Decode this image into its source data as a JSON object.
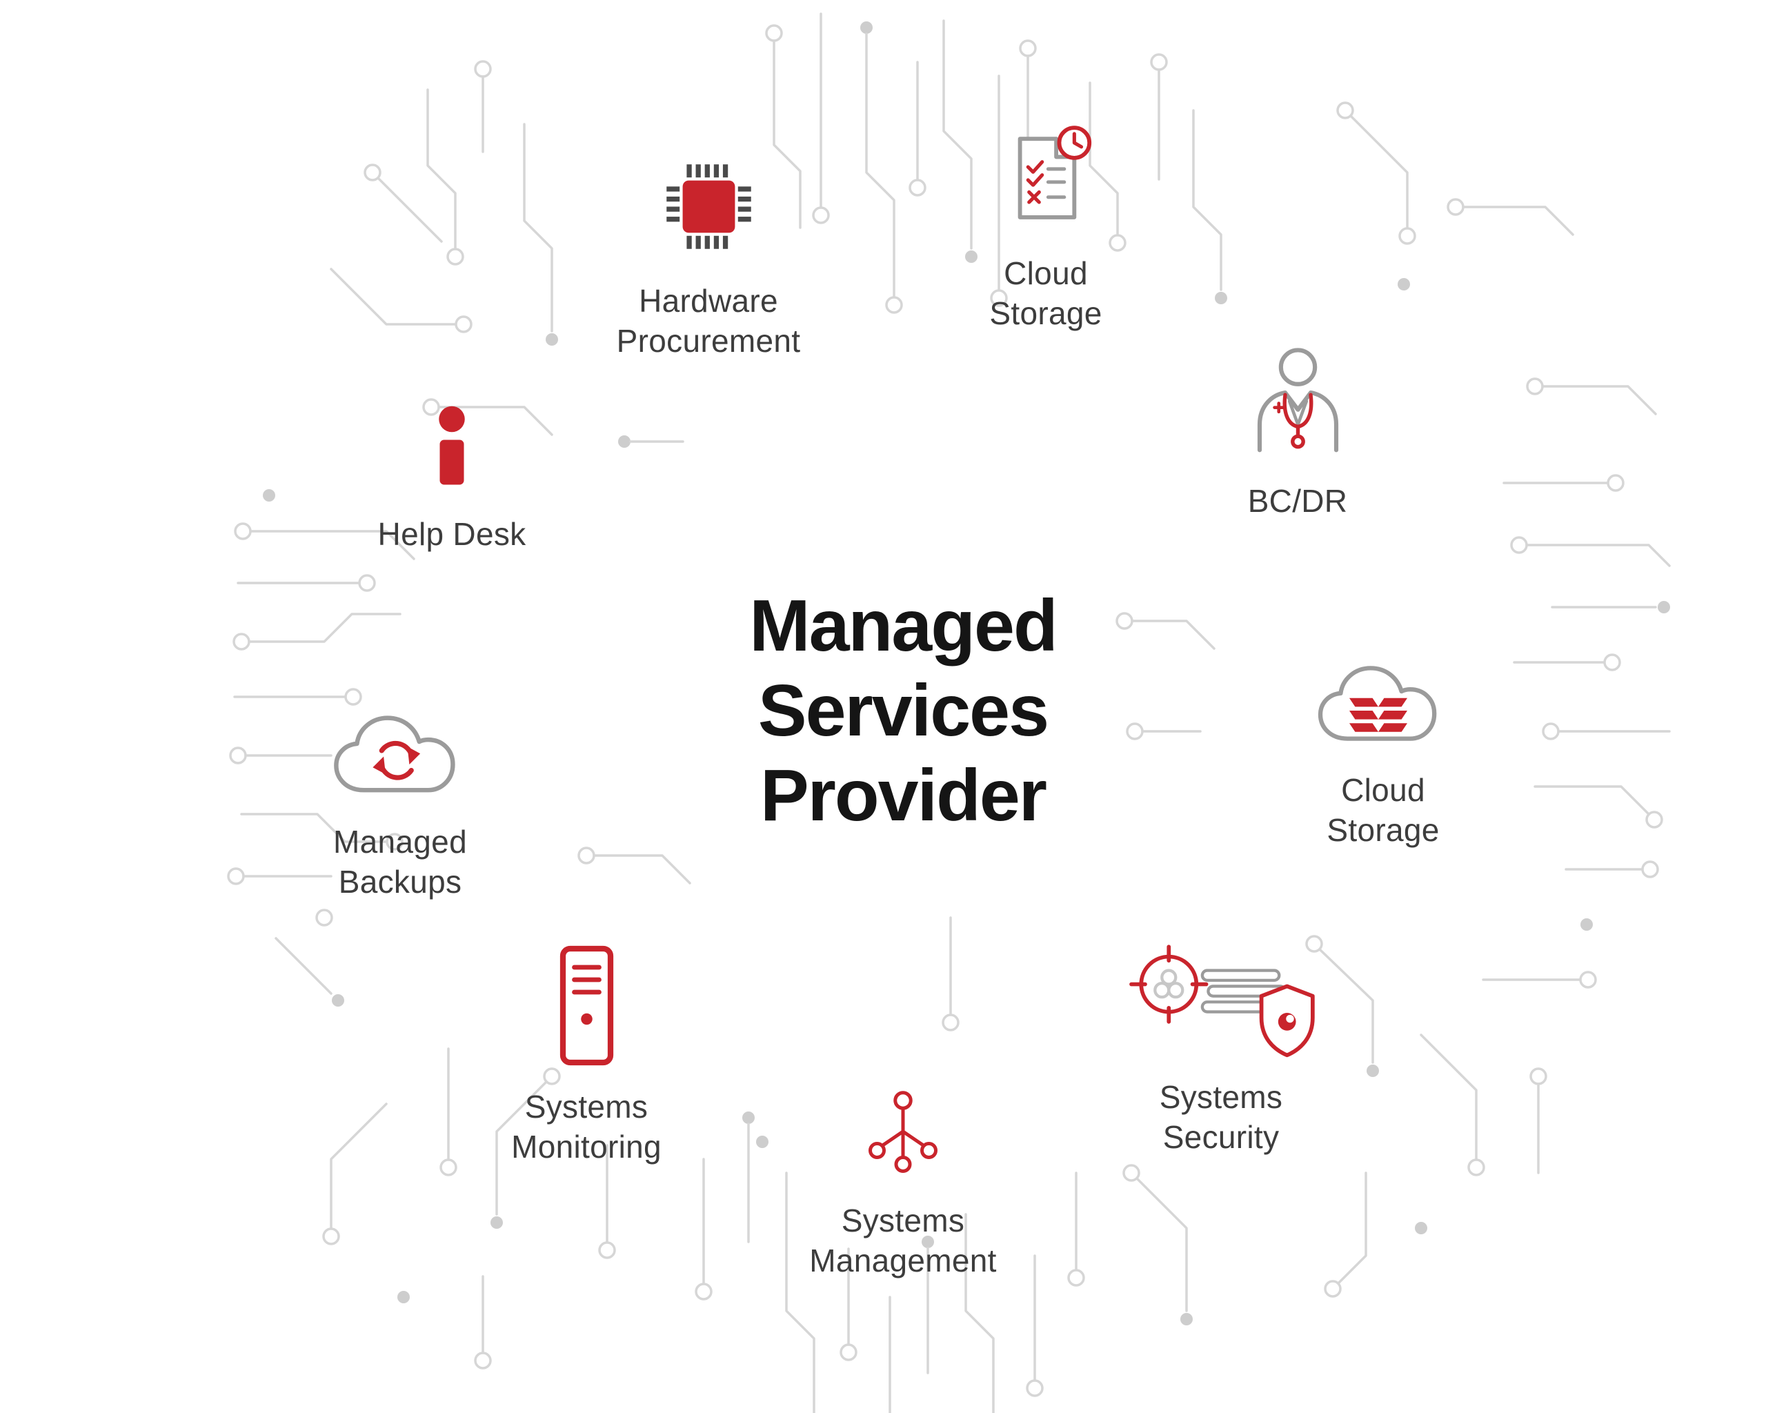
{
  "title": {
    "text": "Managed Services Provider",
    "lines": [
      "Managed",
      "Services",
      "Provider"
    ]
  },
  "services": [
    {
      "id": "hardware-procurement",
      "label": "Hardware Procurement",
      "icon": "chip-icon"
    },
    {
      "id": "cloud-storage-top",
      "label": "Cloud Storage",
      "icon": "document-clock-icon"
    },
    {
      "id": "help-desk",
      "label": "Help Desk",
      "icon": "info-icon"
    },
    {
      "id": "bcdr",
      "label": "BC/DR",
      "icon": "doctor-icon"
    },
    {
      "id": "cloud-storage-right",
      "label": "Cloud Storage",
      "icon": "cloud-stripes-icon"
    },
    {
      "id": "managed-backups",
      "label": "Managed Backups",
      "icon": "cloud-sync-icon"
    },
    {
      "id": "systems-security",
      "label": "Systems Security",
      "icon": "target-shield-icon"
    },
    {
      "id": "systems-monitoring",
      "label": "Systems Monitoring",
      "icon": "server-icon"
    },
    {
      "id": "systems-management",
      "label": "Systems Management",
      "icon": "node-tree-icon"
    }
  ],
  "colors": {
    "accent": "#c9242c",
    "title_text": "#151515",
    "label_text": "#3d3d3d",
    "icon_gray": "#9b9b9b",
    "circuit_gray": "#d6d6d6"
  }
}
